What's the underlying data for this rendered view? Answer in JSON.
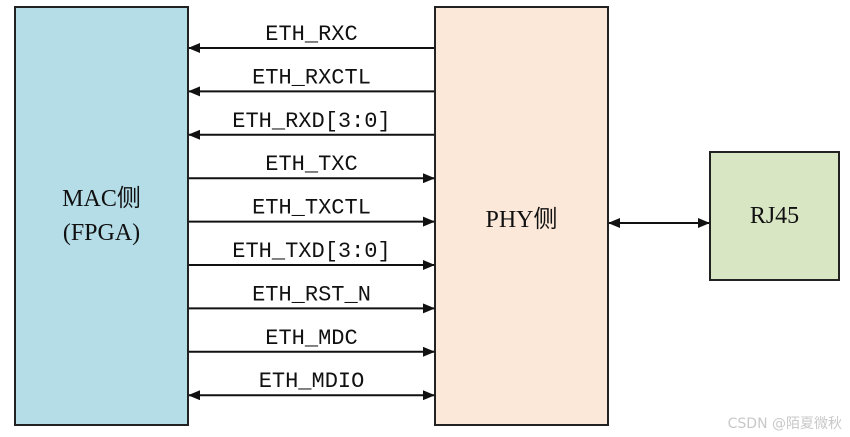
{
  "mac": {
    "line1": "MAC侧",
    "line2": "(FPGA)"
  },
  "phy": {
    "label": "PHY侧"
  },
  "rj45": {
    "label": "RJ45"
  },
  "signals": [
    {
      "name": "ETH_RXC",
      "direction": "to-mac"
    },
    {
      "name": "ETH_RXCTL",
      "direction": "to-mac"
    },
    {
      "name": "ETH_RXD[3:0]",
      "direction": "to-mac"
    },
    {
      "name": "ETH_TXC",
      "direction": "to-phy"
    },
    {
      "name": "ETH_TXCTL",
      "direction": "to-phy"
    },
    {
      "name": "ETH_TXD[3:0]",
      "direction": "to-phy"
    },
    {
      "name": "ETH_RST_N",
      "direction": "to-phy"
    },
    {
      "name": "ETH_MDC",
      "direction": "to-phy"
    },
    {
      "name": "ETH_MDIO",
      "direction": "both"
    }
  ],
  "phy_rj45_link": {
    "direction": "both"
  },
  "watermark": "CSDN @陌夏微秋",
  "colors": {
    "mac_fill": "#b4dde8",
    "phy_fill": "#fbe8d9",
    "rj45_fill": "#d9e6c3",
    "line": "#111111"
  }
}
